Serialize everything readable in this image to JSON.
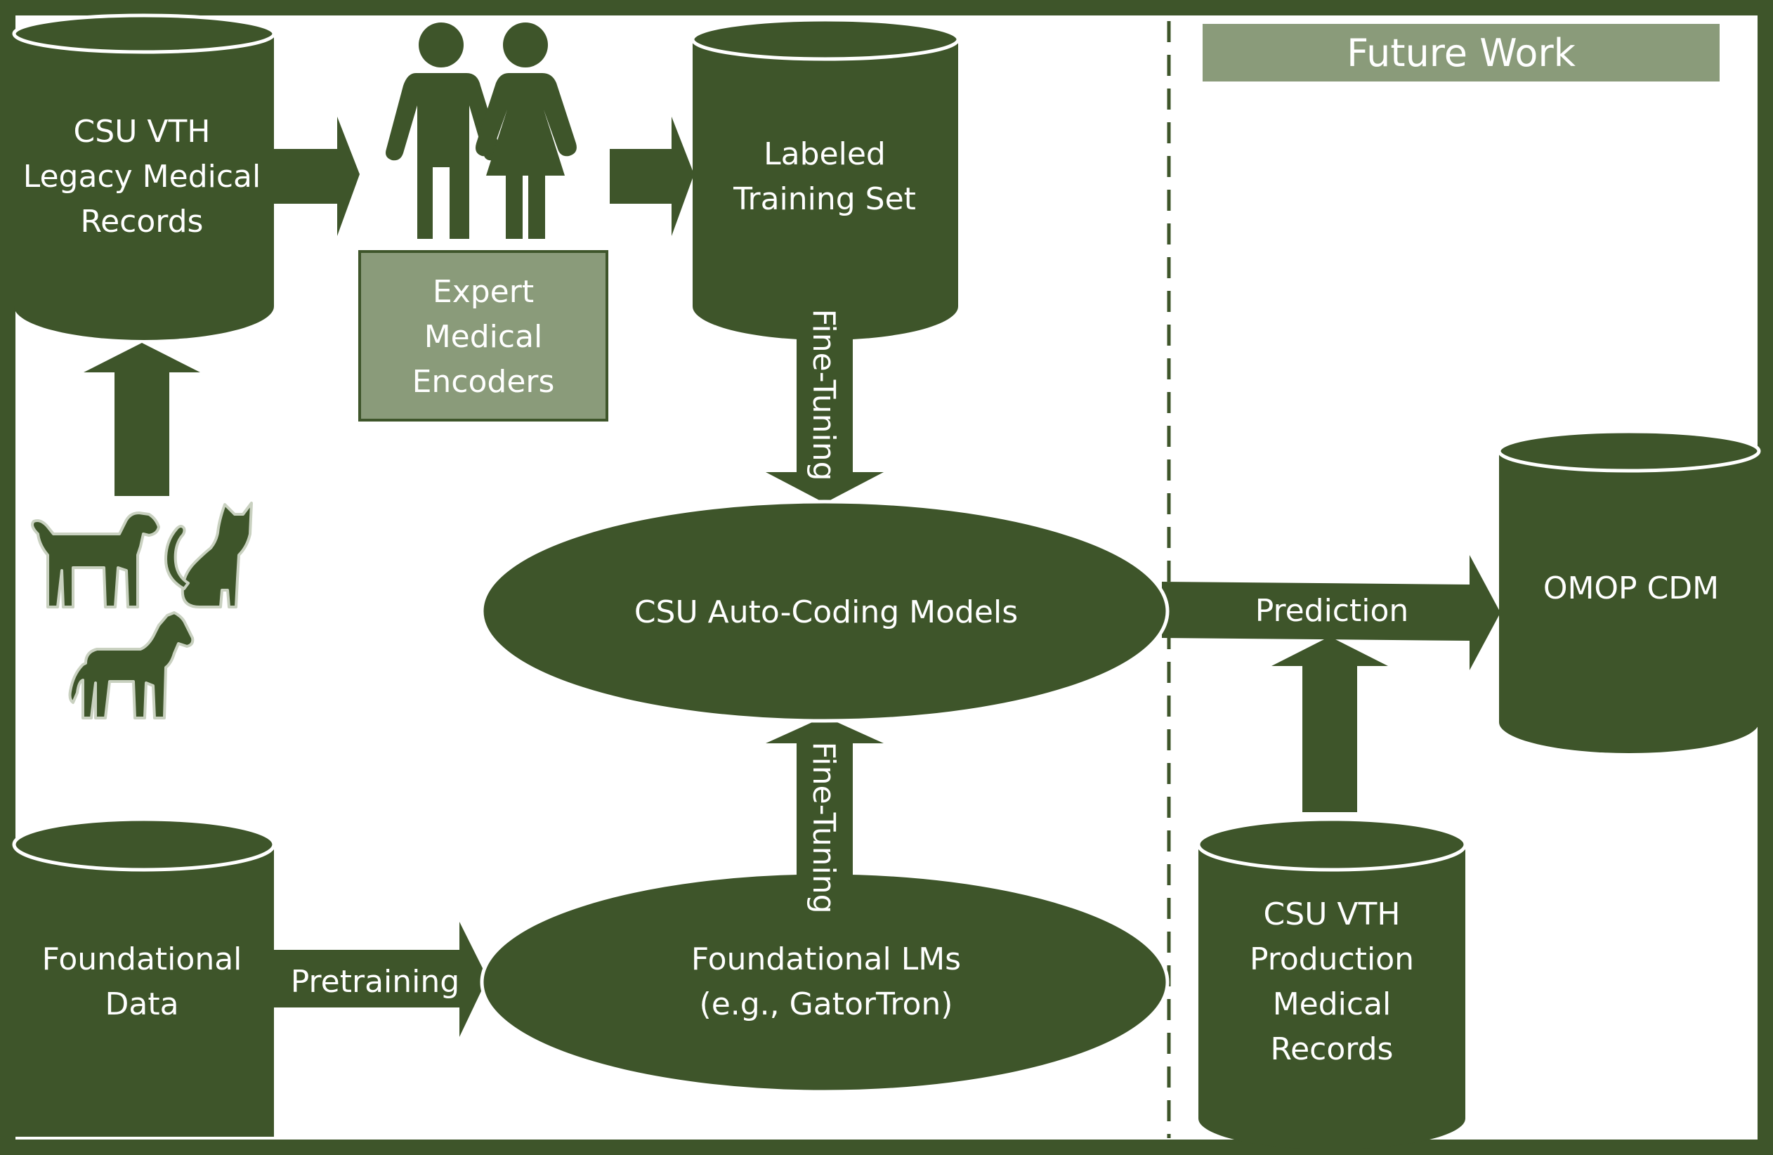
{
  "colors": {
    "primary": "#3e552a",
    "secondary": "#8a9b7a",
    "background": "#ffffff"
  },
  "future_work": {
    "title": "Future Work"
  },
  "nodes": {
    "legacy_records": {
      "lines": [
        "CSU VTH",
        "Legacy Medical",
        "Records"
      ]
    },
    "expert_encoders": {
      "lines": [
        "Expert",
        "Medical",
        "Encoders"
      ]
    },
    "labeled_set": {
      "lines": [
        "Labeled",
        "Training Set"
      ]
    },
    "auto_coding": {
      "lines": [
        "CSU Auto-Coding Models"
      ]
    },
    "foundational_data": {
      "lines": [
        "Foundational",
        "Data"
      ]
    },
    "foundational_lms": {
      "lines": [
        "Foundational LMs",
        "(e.g., GatorTron)"
      ]
    },
    "production_records": {
      "lines": [
        "CSU VTH",
        "Production",
        "Medical",
        "Records"
      ]
    },
    "omop_cdm": {
      "lines": [
        "OMOP CDM"
      ]
    }
  },
  "edges": {
    "fine_tuning_top": "Fine-Tuning",
    "fine_tuning_bottom": "Fine-Tuning",
    "pretraining": "Pretraining",
    "prediction": "Prediction"
  },
  "icons": [
    "people-icon",
    "dog-icon",
    "cat-icon",
    "horse-icon"
  ]
}
